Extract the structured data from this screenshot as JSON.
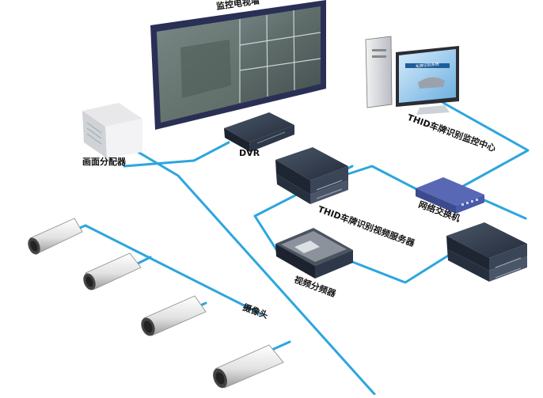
{
  "labels": {
    "video_wall": "监控电视墙",
    "monitor_center": "THID车牌识别监控中心",
    "splitter": "画面分配器",
    "dvr": "DVR",
    "switch": "网络交换机",
    "thid_server": "THID车牌识别视频服务器",
    "video_distributor": "视频分频器",
    "camera": "摄像头"
  },
  "screen_text": "车牌识别系统",
  "colors": {
    "network_line": "#2ca6de",
    "wall_frame": "#2a2f55",
    "device_dark": "#2c3646",
    "switch_blue": "#4a5aa8",
    "camera_body": "#e4e4e4"
  },
  "icons": {
    "video_wall": "video-wall-icon",
    "computer": "computer-icon",
    "splitter": "splitter-box-icon",
    "dvr": "dvr-recorder-icon",
    "server": "server-stack-icon",
    "switch": "network-switch-icon",
    "distributor": "video-distributor-icon",
    "camera": "bullet-camera-icon"
  }
}
